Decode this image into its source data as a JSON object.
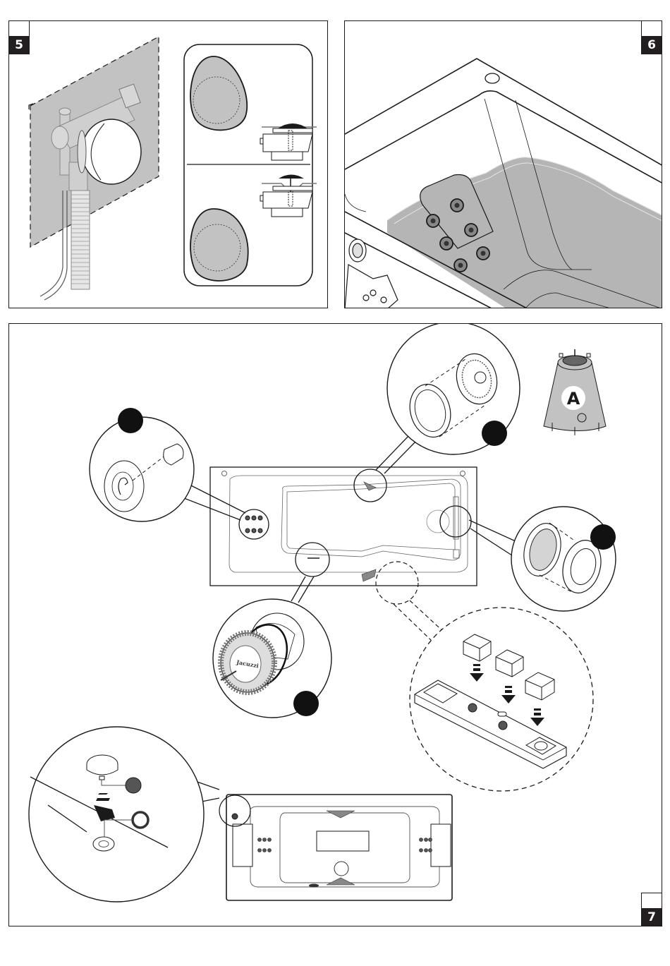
{
  "document": {
    "type": "installation-manual-page",
    "product_brand_on_filter": "Jacuzzi"
  },
  "panels": [
    {
      "id": "step-5",
      "step_label": "5",
      "description": "Overflow drain cover fitted onto waste valve behind panel; pop-up plug open/closed detail"
    },
    {
      "id": "step-6",
      "step_label": "6",
      "description": "Bathtub filled with water above the jet panel"
    },
    {
      "id": "step-7",
      "step_label": "7",
      "description": "Fitting of jet covers, suction filter, control panel buttons and chromotherapy light cap"
    }
  ],
  "callouts": {
    "tool_label": "A",
    "filter_brand_text": "Jacuzzi"
  },
  "colors": {
    "line": "#1a1a1a",
    "fill_gray": "#b9b9b9",
    "water_gray": "#b5b5b5",
    "tab_bg": "#231f20",
    "tab_text": "#ffffff"
  }
}
